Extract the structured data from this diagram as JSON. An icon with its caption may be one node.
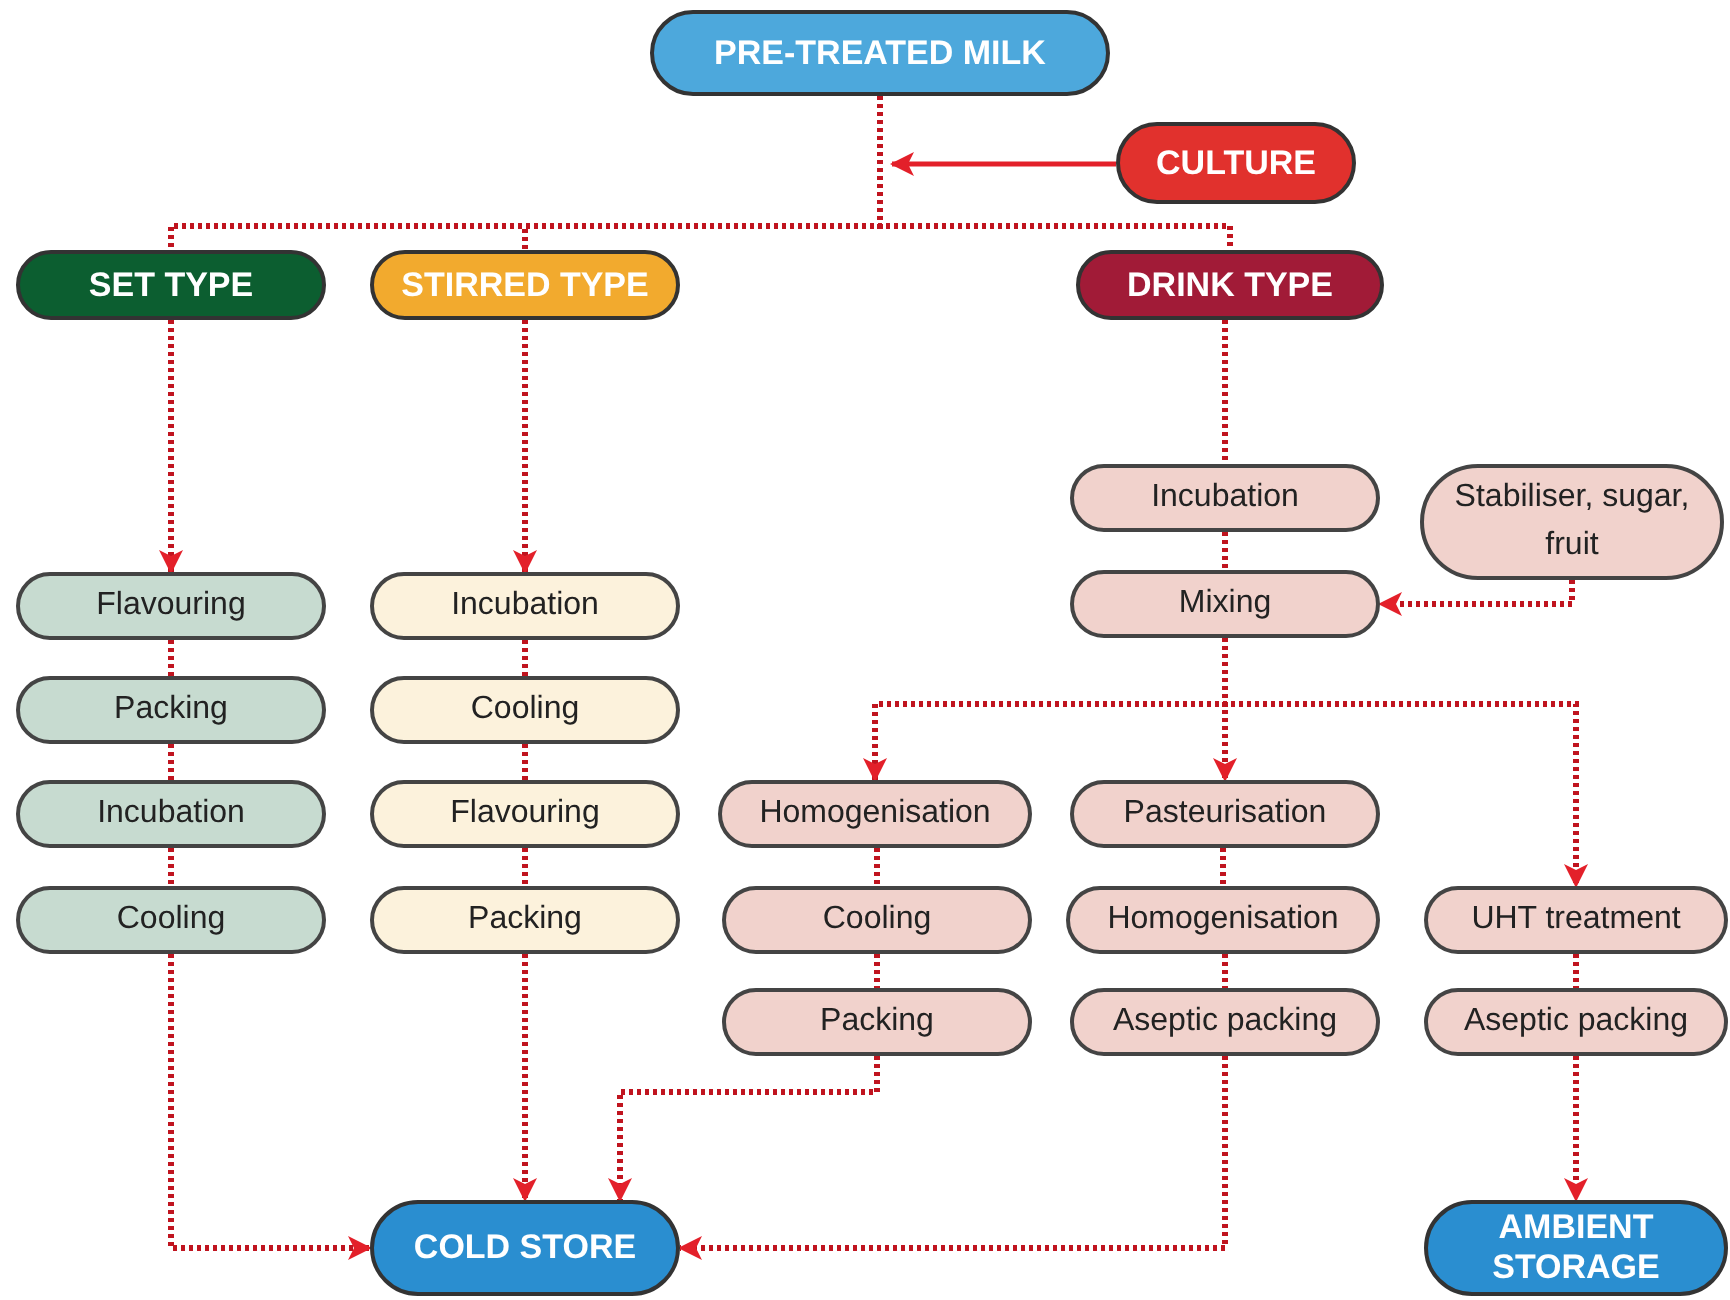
{
  "diagram": {
    "nodes": [
      {
        "text": [
          "PRE-TREATED MILK"
        ]
      },
      {
        "text": [
          "CULTURE"
        ]
      },
      {
        "text": [
          "SET TYPE"
        ]
      },
      {
        "text": [
          "STIRRED TYPE"
        ]
      },
      {
        "text": [
          "DRINK TYPE"
        ]
      },
      {
        "text": [
          "Flavouring"
        ]
      },
      {
        "text": [
          "Packing"
        ]
      },
      {
        "text": [
          "Incubation"
        ]
      },
      {
        "text": [
          "Cooling"
        ]
      },
      {
        "text": [
          "Incubation"
        ]
      },
      {
        "text": [
          "Cooling"
        ]
      },
      {
        "text": [
          "Flavouring"
        ]
      },
      {
        "text": [
          "Packing"
        ]
      },
      {
        "text": [
          "Incubation"
        ]
      },
      {
        "text": [
          "Stabiliser, sugar, fruit"
        ]
      },
      {
        "text": [
          "Mixing"
        ]
      },
      {
        "text": [
          "Homogenisation"
        ]
      },
      {
        "text": [
          "Cooling"
        ]
      },
      {
        "text": [
          "Packing"
        ]
      },
      {
        "text": [
          "Pasteurisation"
        ]
      },
      {
        "text": [
          "Homogenisation"
        ]
      },
      {
        "text": [
          "Aseptic packing"
        ]
      },
      {
        "text": [
          "UHT treatment"
        ]
      },
      {
        "text": [
          "Aseptic packing"
        ]
      },
      {
        "text": [
          "COLD STORE"
        ]
      },
      {
        "text": [
          "AMBIENT STORAGE"
        ]
      }
    ],
    "edges": [
      {
        "from": 0,
        "to": 2,
        "arrow": "none",
        "style": "dashed"
      },
      {
        "from": 0,
        "to": 3,
        "arrow": "none",
        "style": "dashed"
      },
      {
        "from": 0,
        "to": 4,
        "arrow": "none",
        "style": "dashed"
      },
      {
        "from": 1,
        "to": null,
        "arrow": "to"
      },
      {
        "from": 2,
        "to": 5,
        "arrow": "to",
        "style": "dashed"
      },
      {
        "from": 3,
        "to": 9,
        "arrow": "to",
        "style": "dashed"
      },
      {
        "from": 4,
        "to": 13,
        "arrow": "none",
        "style": "dashed"
      },
      {
        "from": 5,
        "to": 6,
        "arrow": "none",
        "style": "dashed"
      },
      {
        "from": 6,
        "to": 7,
        "arrow": "none",
        "style": "dashed"
      },
      {
        "from": 7,
        "to": 8,
        "arrow": "none",
        "style": "dashed"
      },
      {
        "from": 8,
        "to": 24,
        "arrow": "to",
        "style": "dashed"
      },
      {
        "from": 9,
        "to": 10,
        "arrow": "none",
        "style": "dashed"
      },
      {
        "from": 10,
        "to": 11,
        "arrow": "none",
        "style": "dashed"
      },
      {
        "from": 11,
        "to": 12,
        "arrow": "none",
        "style": "dashed"
      },
      {
        "from": 12,
        "to": 24,
        "arrow": "to",
        "style": "dashed"
      },
      {
        "from": 13,
        "to": 15,
        "arrow": "none",
        "style": "dashed"
      },
      {
        "from": 14,
        "to": 15,
        "arrow": "to",
        "style": "dashed"
      },
      {
        "from": 15,
        "to": 16,
        "arrow": "to",
        "style": "dashed"
      },
      {
        "from": 15,
        "to": 19,
        "arrow": "to",
        "style": "dashed"
      },
      {
        "from": 15,
        "to": 22,
        "arrow": "to",
        "style": "dashed"
      },
      {
        "from": 16,
        "to": 17,
        "arrow": "none",
        "style": "dashed"
      },
      {
        "from": 17,
        "to": 18,
        "arrow": "none",
        "style": "dashed"
      },
      {
        "from": 18,
        "to": 24,
        "arrow": "to",
        "style": "dashed"
      },
      {
        "from": 19,
        "to": 20,
        "arrow": "none",
        "style": "dashed"
      },
      {
        "from": 20,
        "to": 21,
        "arrow": "none",
        "style": "dashed"
      },
      {
        "from": 21,
        "to": 24,
        "arrow": "to",
        "style": "dashed"
      },
      {
        "from": 22,
        "to": 23,
        "arrow": "none",
        "style": "dashed"
      },
      {
        "from": 23,
        "to": 25,
        "arrow": "to",
        "style": "dashed"
      }
    ]
  }
}
